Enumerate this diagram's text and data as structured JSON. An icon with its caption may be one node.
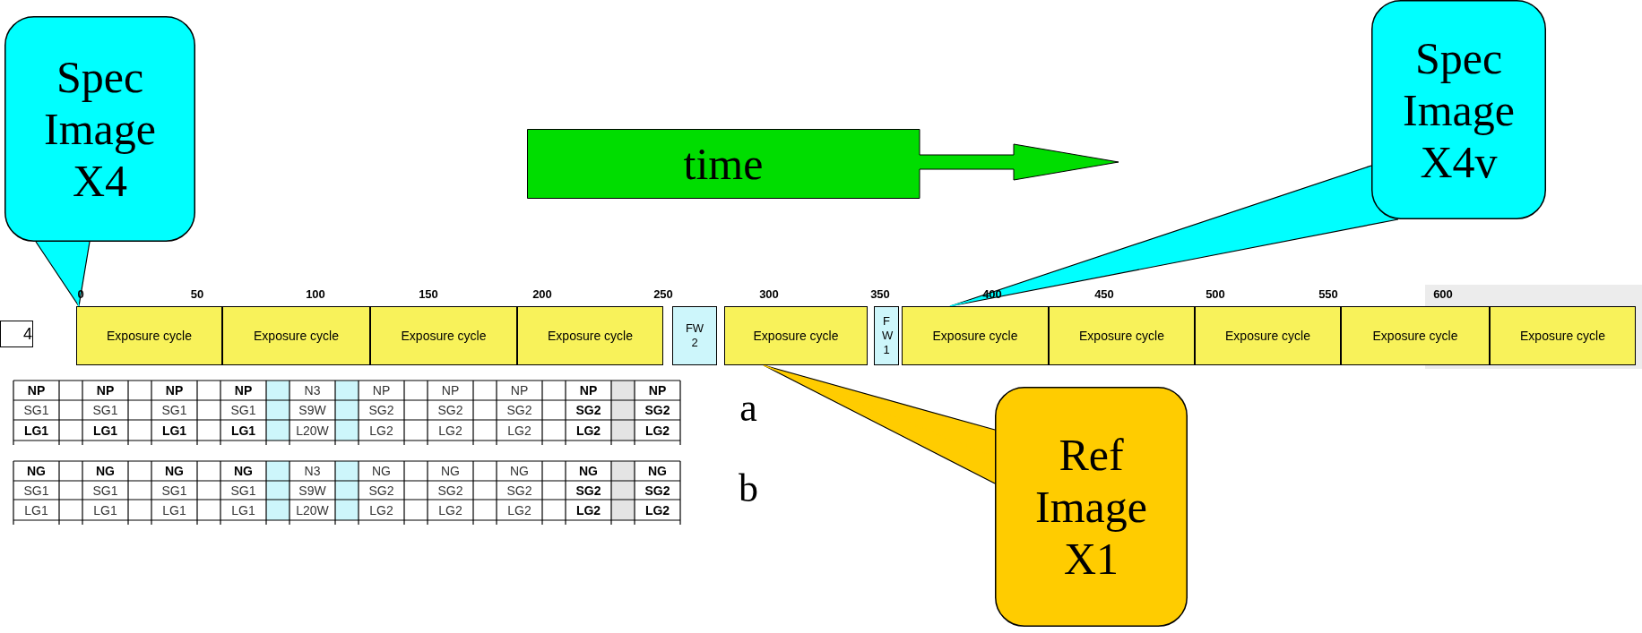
{
  "diagram": {
    "nodes": [
      {
        "text": [
          "Spec Image X4"
        ]
      },
      {
        "text": [
          "time"
        ]
      },
      {
        "text": [
          "Spec Image X4v"
        ]
      },
      {
        "text": [
          "4"
        ]
      },
      {
        "text": [
          "Exposure cycle"
        ]
      },
      {
        "text": [
          "Exposure cycle"
        ]
      },
      {
        "text": [
          "Exposure cycle"
        ]
      },
      {
        "text": [
          "Exposure cycle"
        ]
      },
      {
        "text": [
          "FW 2"
        ]
      },
      {
        "text": [
          "Exposure cycle"
        ]
      },
      {
        "text": [
          "F W 1"
        ]
      },
      {
        "text": [
          "Exposure cycle"
        ]
      },
      {
        "text": [
          "Exposure cycle"
        ]
      },
      {
        "text": [
          "Exposure cycle"
        ]
      },
      {
        "text": [
          "Exposure cycle"
        ]
      },
      {
        "text": [
          "Exposure cycle"
        ]
      },
      {
        "text": [
          "Ref Image X1"
        ]
      }
    ],
    "edges": [
      {
        "from": 0,
        "to": 4,
        "arrow": "none",
        "color": "#00ffff"
      },
      {
        "from": 2,
        "to": 11,
        "arrow": "none",
        "color": "#00ffff"
      },
      {
        "from": 16,
        "to": 9,
        "arrow": "none",
        "color": "#ffcc00"
      }
    ],
    "labels": [
      "0",
      "50",
      "100",
      "150",
      "200",
      "250",
      "300",
      "350",
      "400",
      "450",
      "500",
      "550",
      "600",
      "NP",
      "NP",
      "NP",
      "NP",
      "N3",
      "NP",
      "NP",
      "NP",
      "NP",
      "NP",
      "SG1",
      "SG1",
      "SG1",
      "SG1",
      "S9W",
      "SG2",
      "SG2",
      "SG2",
      "SG2",
      "SG2",
      "LG1",
      "LG1",
      "LG1",
      "LG1",
      "L20W",
      "LG2",
      "LG2",
      "LG2",
      "LG2",
      "LG2",
      "a",
      "NG",
      "NG",
      "NG",
      "NG",
      "N3",
      "NG",
      "NG",
      "NG",
      "NG",
      "NG",
      "SG1",
      "SG1",
      "SG1",
      "SG1",
      "S9W",
      "SG2",
      "SG2",
      "SG2",
      "SG2",
      "SG2",
      "LG1",
      "LG1",
      "LG1",
      "LG1",
      "L20W",
      "LG2",
      "LG2",
      "LG2",
      "LG2",
      "LG2",
      "b"
    ]
  }
}
